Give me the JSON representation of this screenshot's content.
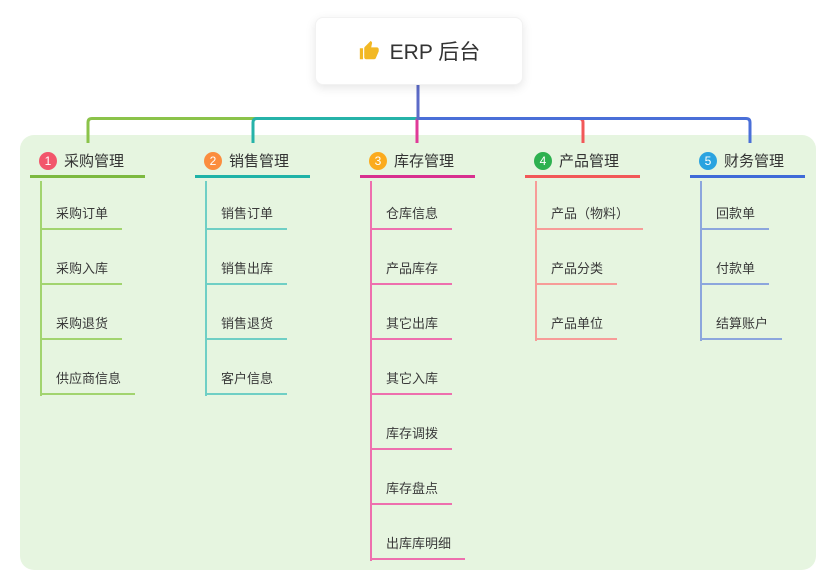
{
  "root": {
    "icon": "thumbs-up-icon",
    "title": "ERP 后台"
  },
  "colors": {
    "canvas_bg": "#e6f5e0",
    "root_card_bg": "#ffffff",
    "root_connector": "#5c6bc8",
    "title_text": "#333333",
    "child_text": "#3a3a3a",
    "thumb_icon": "#f2b824"
  },
  "branches": [
    {
      "num": "1",
      "label": "采购管理",
      "badge_color": "#f2566b",
      "line_color": "#7cb93f",
      "child_line_color": "#a2d46f",
      "connector_color": "#8bc34a",
      "children": [
        "采购订单",
        "采购入库",
        "采购退货",
        "供应商信息"
      ]
    },
    {
      "num": "2",
      "label": "销售管理",
      "badge_color": "#fb8d3e",
      "line_color": "#1fb3a7",
      "child_line_color": "#6fcfc5",
      "connector_color": "#26b3a9",
      "children": [
        "销售订单",
        "销售出库",
        "销售退货",
        "客户信息"
      ]
    },
    {
      "num": "3",
      "label": "库存管理",
      "badge_color": "#fbab1d",
      "line_color": "#d8308f",
      "child_line_color": "#ee6fae",
      "connector_color": "#e03a98",
      "children": [
        "仓库信息",
        "产品库存",
        "其它出库",
        "其它入库",
        "库存调拨",
        "库存盘点",
        "出库库明细"
      ]
    },
    {
      "num": "4",
      "label": "产品管理",
      "badge_color": "#2db14f",
      "line_color": "#f25858",
      "child_line_color": "#f79c98",
      "connector_color": "#f25858",
      "children": [
        "产品（物料）",
        "产品分类",
        "产品单位"
      ]
    },
    {
      "num": "5",
      "label": "财务管理",
      "badge_color": "#2aa3e0",
      "line_color": "#3f6ad8",
      "child_line_color": "#8ca6dd",
      "connector_color": "#4a6fd8",
      "children": [
        "回款单",
        "付款单",
        "结算账户"
      ]
    }
  ]
}
